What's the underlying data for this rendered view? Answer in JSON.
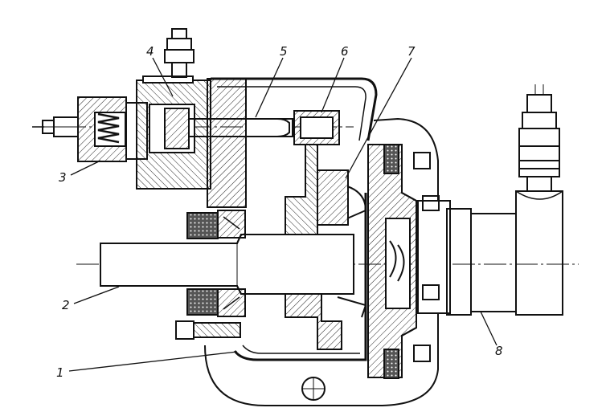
{
  "labels": {
    "l1": "1",
    "l2": "2",
    "l3": "3",
    "l4": "4",
    "l5": "5",
    "l6": "6",
    "l7": "7",
    "l8": "8"
  },
  "colors": {
    "ink": "#111111",
    "hatch": "#222222",
    "fill": "#ffffff"
  }
}
